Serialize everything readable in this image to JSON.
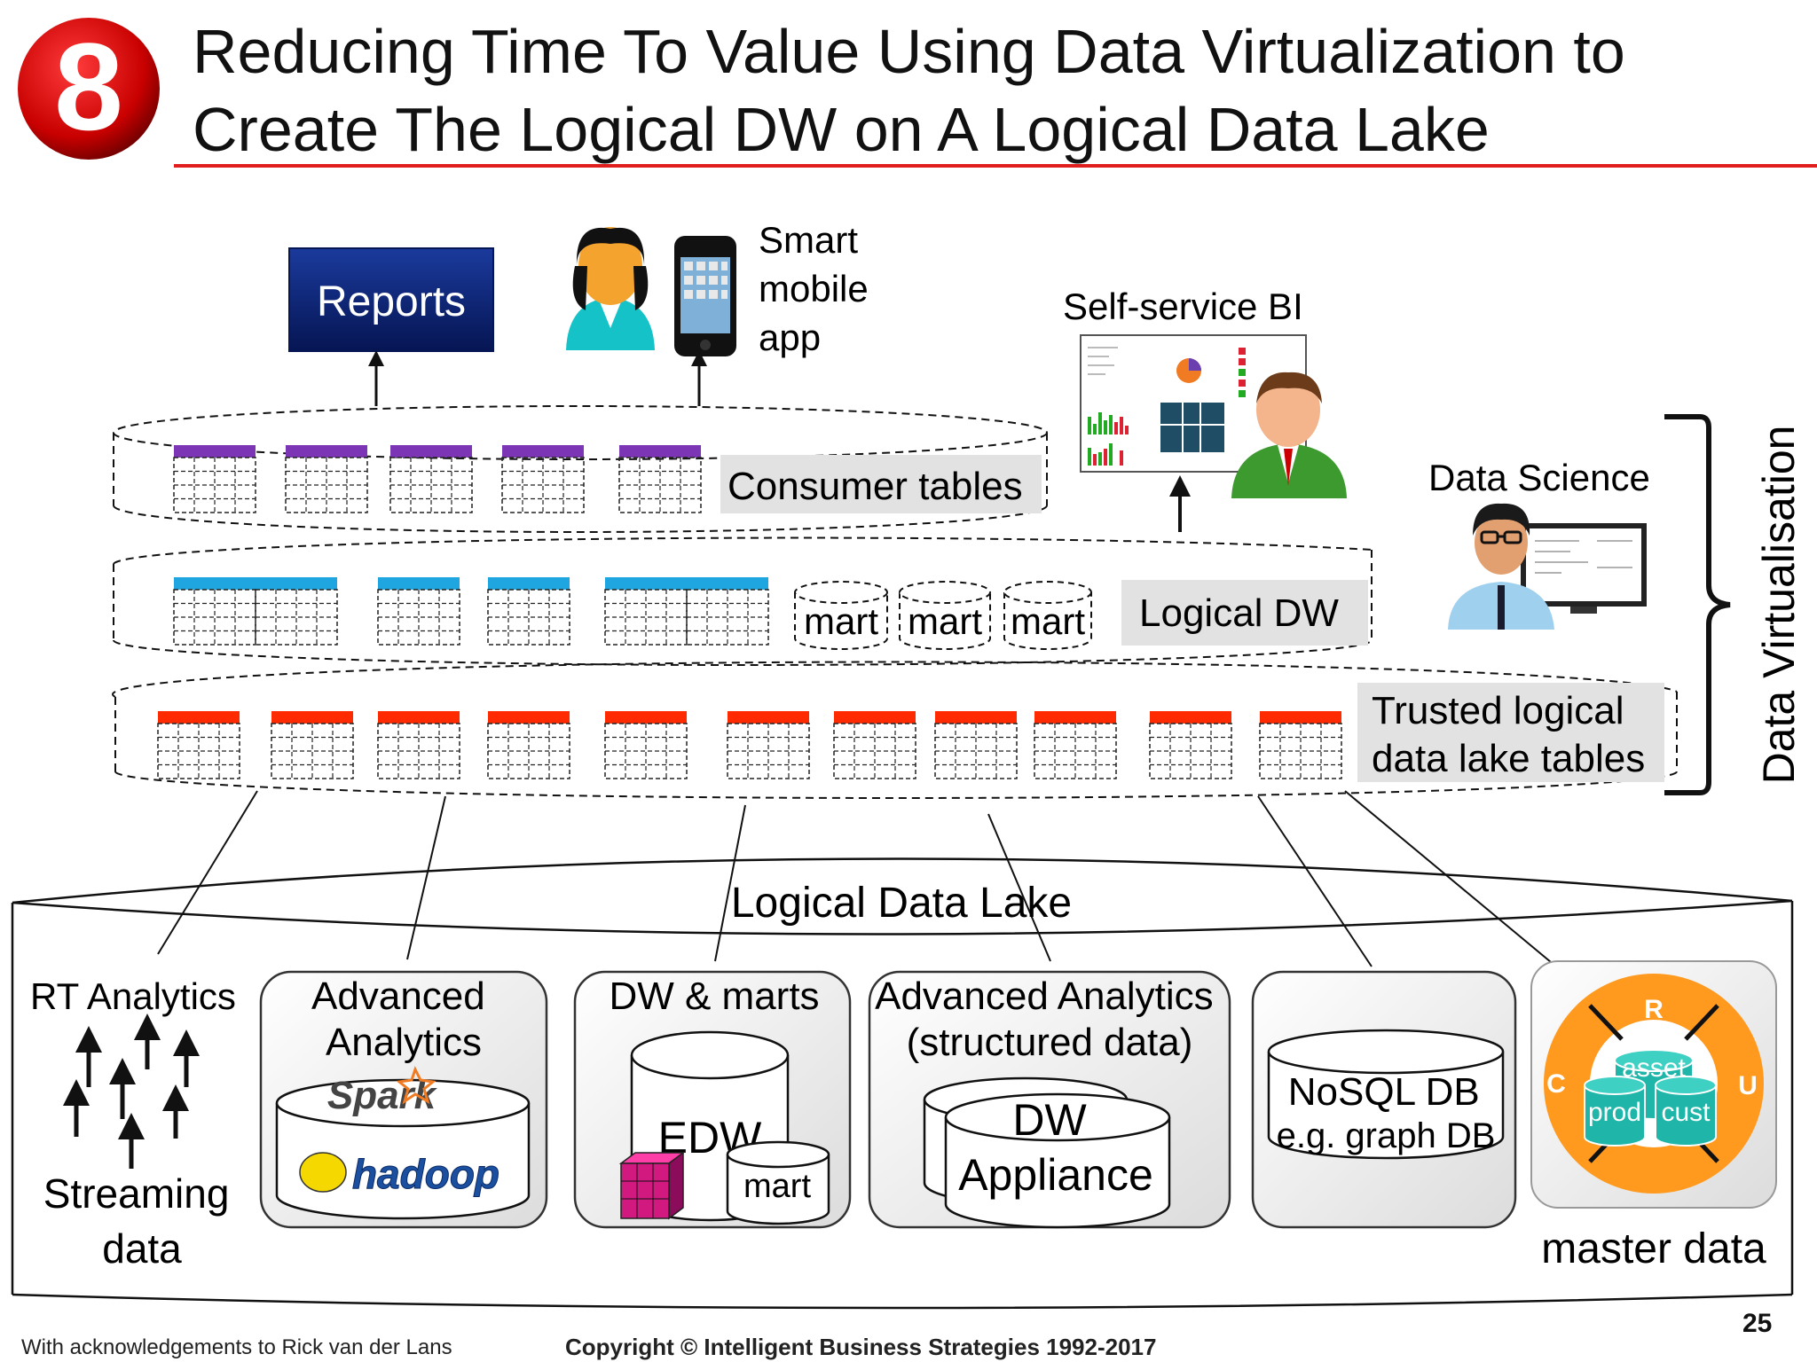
{
  "title": {
    "line1": "Reducing Time To Value Using Data Virtualization to",
    "line2": "Create The Logical DW on A Logical Data Lake"
  },
  "consumers": {
    "reports": "Reports",
    "smart_mobile_app": [
      "Smart",
      "mobile",
      "app"
    ],
    "self_service_bi": "Self-service BI",
    "data_science": "Data Science"
  },
  "layers": {
    "consumer_tables": "Consumer tables",
    "logical_dw": "Logical DW",
    "mart": "mart",
    "trusted": [
      "Trusted logical",
      "data lake tables"
    ],
    "data_virtualisation": "Data Virtualisation"
  },
  "data_lake": {
    "title": "Logical Data Lake",
    "rt_analytics": "RT Analytics",
    "streaming": [
      "Streaming",
      "data"
    ],
    "advanced_analytics": [
      "Advanced",
      "Analytics"
    ],
    "spark": "Spark",
    "hadoop": "hadoop",
    "dw_marts": "DW & marts",
    "edw": "EDW",
    "mart": "mart",
    "adv_structured": [
      "Advanced Analytics",
      "(structured data)"
    ],
    "dw_appliance": [
      "DW",
      "Appliance"
    ],
    "nosql": [
      "NoSQL DB",
      "e.g. graph DB"
    ],
    "master_data": "master data",
    "mdm_letters": [
      "R",
      "C",
      "U"
    ],
    "mdm_items": [
      "asset",
      "prod",
      "cust"
    ]
  },
  "logo_glyph": "8",
  "footer": {
    "left": "With acknowledgements to Rick van der Lans",
    "center": "Copyright © Intelligent Business Strategies 1992-2017",
    "page": "25"
  },
  "colors": {
    "accent_red": "#e21d1d",
    "consumer_header": "#7b35b5",
    "dw_header": "#1fa5df",
    "trusted_header": "#ff2a00",
    "reports_bg": "#0b1f6e",
    "mdm_orange": "#ff9a1f",
    "mdm_teal": "#1fb5a8"
  }
}
